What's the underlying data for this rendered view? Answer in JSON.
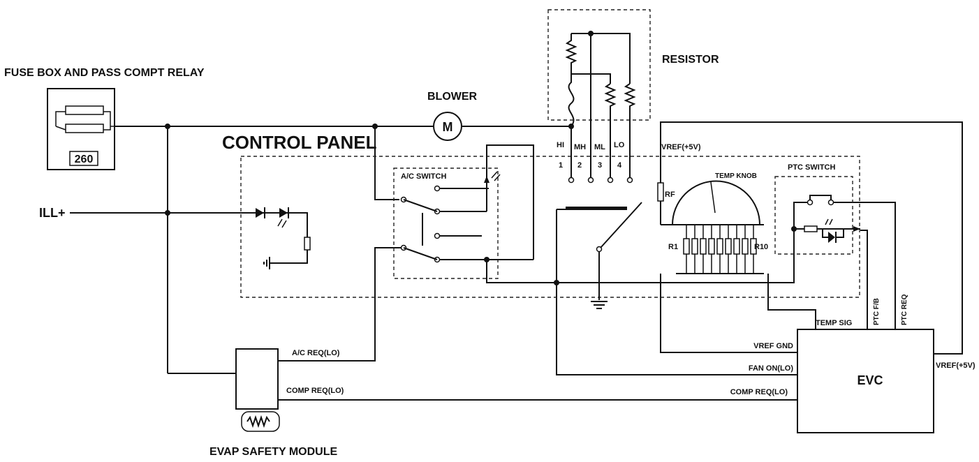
{
  "components": {
    "fuse_box": {
      "title": "FUSE BOX AND PASS COMPT RELAY",
      "number": "260"
    },
    "blower": {
      "title": "BLOWER",
      "symbol": "M"
    },
    "resistor": {
      "title": "RESISTOR"
    },
    "control_panel": {
      "title": "CONTROL PANEL"
    },
    "ac_switch": {
      "title": "A/C SWITCH"
    },
    "temp_knob": {
      "title": "TEMP KNOB",
      "r_first": "R1",
      "r_last": "R10"
    },
    "ptc_switch": {
      "title": "PTC SWITCH"
    },
    "evap_module": {
      "title": "EVAP SAFETY MODULE"
    },
    "evc": {
      "title": "EVC"
    }
  },
  "inputs": {
    "ill": "ILL+"
  },
  "fan_speeds": [
    {
      "label": "HI",
      "pin": "1"
    },
    {
      "label": "MH",
      "pin": "2"
    },
    {
      "label": "ML",
      "pin": "3"
    },
    {
      "label": "LO",
      "pin": "4"
    }
  ],
  "signals": {
    "vref_top": "VREF(+5V)",
    "rf": "RF",
    "temp_sig": "TEMP SIG",
    "ptc_fb": "PTC F/B",
    "ptc_req": "PTC REQ",
    "vref_gnd": "VREF GND",
    "fan_on": "FAN ON(LO)",
    "comp_req_evc": "COMP REQ(LO)",
    "vref_evc": "VREF(+5V)",
    "ac_req": "A/C REQ(LO)",
    "comp_req_evap": "COMP REQ(LO)"
  }
}
